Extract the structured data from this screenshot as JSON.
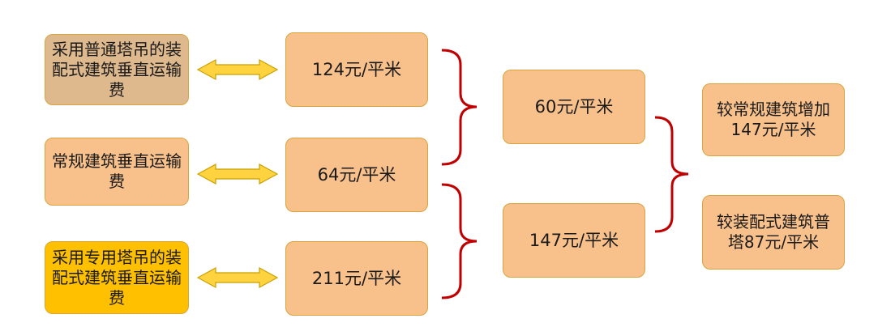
{
  "colors": {
    "tan": "#deb98e",
    "peach": "#f8c08a",
    "yellow": "#ffc000",
    "arrow_fill": "#ffd33f",
    "arrow_stroke": "#c9a000",
    "bracket": "#c00000",
    "border": "#d9a43c"
  },
  "left_boxes": [
    {
      "text": "采用普通塔吊的装配式建筑垂直运输费"
    },
    {
      "text": "常规建筑垂直运输费"
    },
    {
      "text": "采用专用塔吊的装配式建筑垂直运输费"
    }
  ],
  "value_boxes": [
    {
      "text": "124元/平米"
    },
    {
      "text": "64元/平米"
    },
    {
      "text": "211元/平米"
    }
  ],
  "diff_boxes": [
    {
      "text": "60元/平米"
    },
    {
      "text": "147元/平米"
    }
  ],
  "result_boxes": [
    {
      "text": "较常规建筑增加147元/平米"
    },
    {
      "text": "较装配式建筑普塔87元/平米"
    }
  ]
}
